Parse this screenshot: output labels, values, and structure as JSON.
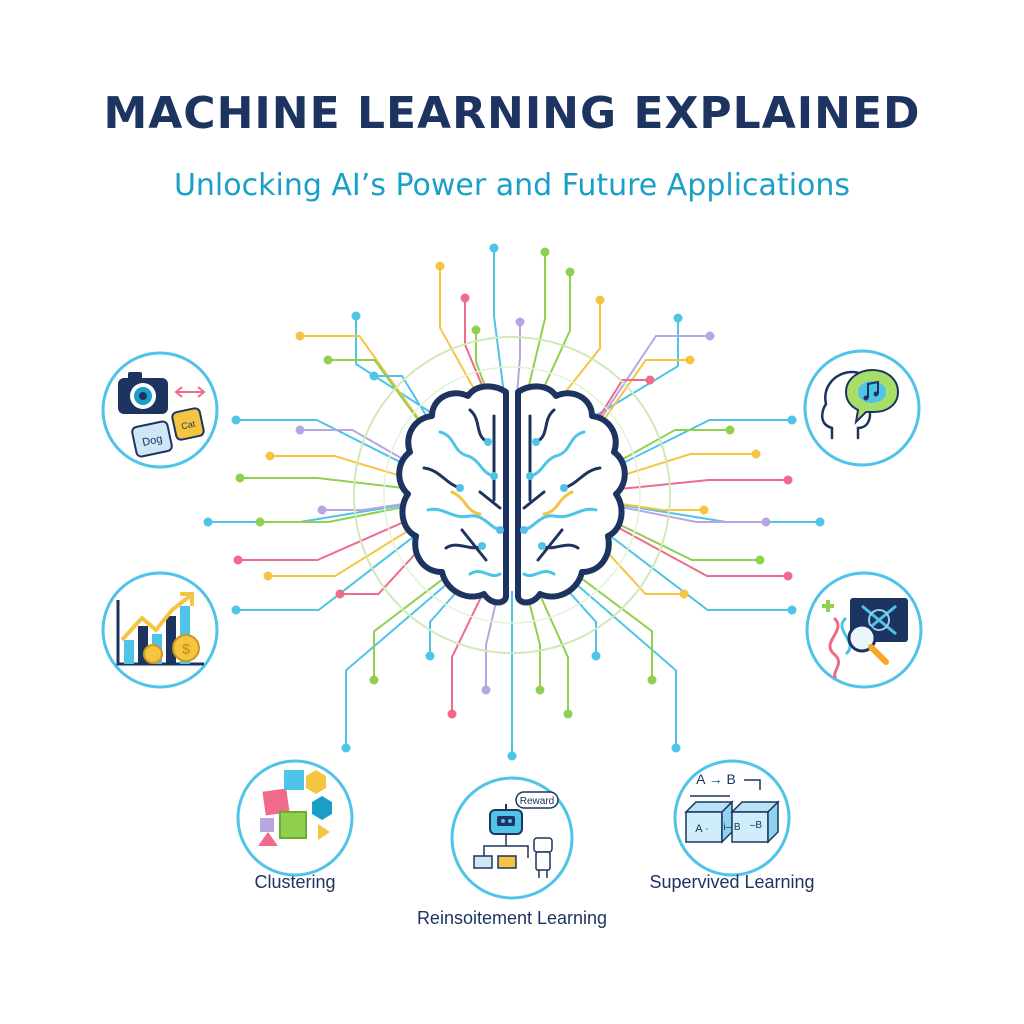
{
  "header": {
    "title": "MACHINE LEARNING EXPLAINED",
    "subtitle": "Unlocking AI’s Power and Future Applications"
  },
  "colors": {
    "navy": "#1d3461",
    "cyan": "#1aa0c8",
    "line_palette": [
      "#4fc3e8",
      "#8fd14f",
      "#f5c542",
      "#f06b8a",
      "#b9a6e0"
    ]
  },
  "nodes": {
    "image_recognition": {
      "icon": "camera-tag-icon",
      "tag1": "Dog",
      "tag2": "Cat"
    },
    "prediction": {
      "icon": "growth-chart-icon"
    },
    "clustering": {
      "icon": "cubes-icon",
      "label": "Clustering"
    },
    "reinforcement": {
      "icon": "robot-reward-icon",
      "bubble": "Reward",
      "label": "Reinsoitement Learning"
    },
    "supervised": {
      "icon": "labeled-boxes-icon",
      "top_text": "A → B",
      "box_left": "A ·",
      "box_mid": "i– B",
      "box_right": "–B",
      "label": "Supervived Learning"
    },
    "nlp": {
      "icon": "head-speech-icon"
    },
    "medical": {
      "icon": "dna-xray-icon"
    }
  }
}
